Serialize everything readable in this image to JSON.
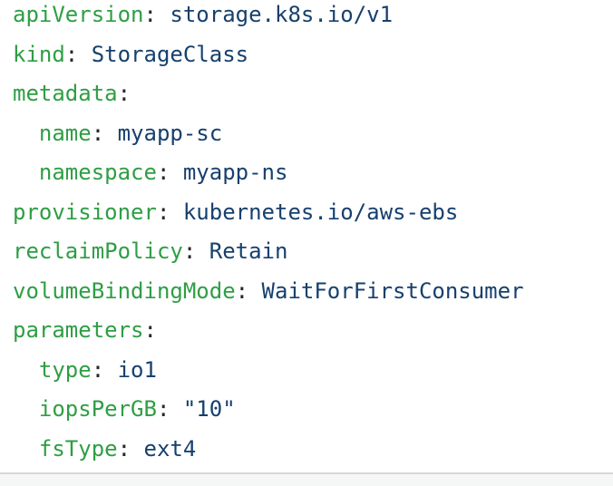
{
  "code_block": {
    "language": "yaml",
    "lines": [
      {
        "indent": 0,
        "key": "apiVersion",
        "separator": ":",
        "value": "storage.k8s.io/v1"
      },
      {
        "indent": 0,
        "key": "kind",
        "separator": ":",
        "value": "StorageClass"
      },
      {
        "indent": 0,
        "key": "metadata",
        "separator": ":",
        "value": ""
      },
      {
        "indent": 1,
        "key": "name",
        "separator": ":",
        "value": "myapp-sc"
      },
      {
        "indent": 1,
        "key": "namespace",
        "separator": ":",
        "value": "myapp-ns"
      },
      {
        "indent": 0,
        "key": "provisioner",
        "separator": ":",
        "value": "kubernetes.io/aws-ebs"
      },
      {
        "indent": 0,
        "key": "reclaimPolicy",
        "separator": ":",
        "value": "Retain"
      },
      {
        "indent": 0,
        "key": "volumeBindingMode",
        "separator": ":",
        "value": "WaitForFirstConsumer"
      },
      {
        "indent": 0,
        "key": "parameters",
        "separator": ":",
        "value": ""
      },
      {
        "indent": 1,
        "key": "type",
        "separator": ":",
        "value": "io1"
      },
      {
        "indent": 1,
        "key": "iopsPerGB",
        "separator": ":",
        "value": "\"10\""
      },
      {
        "indent": 1,
        "key": "fsType",
        "separator": ":",
        "value": "ext4"
      }
    ],
    "colors": {
      "key": "#2e9e44",
      "punctuation": "#24292f",
      "value": "#17406d",
      "background": "#ffffff",
      "divider": "#d8d8d8",
      "footer_background": "#f5f6f6"
    }
  }
}
